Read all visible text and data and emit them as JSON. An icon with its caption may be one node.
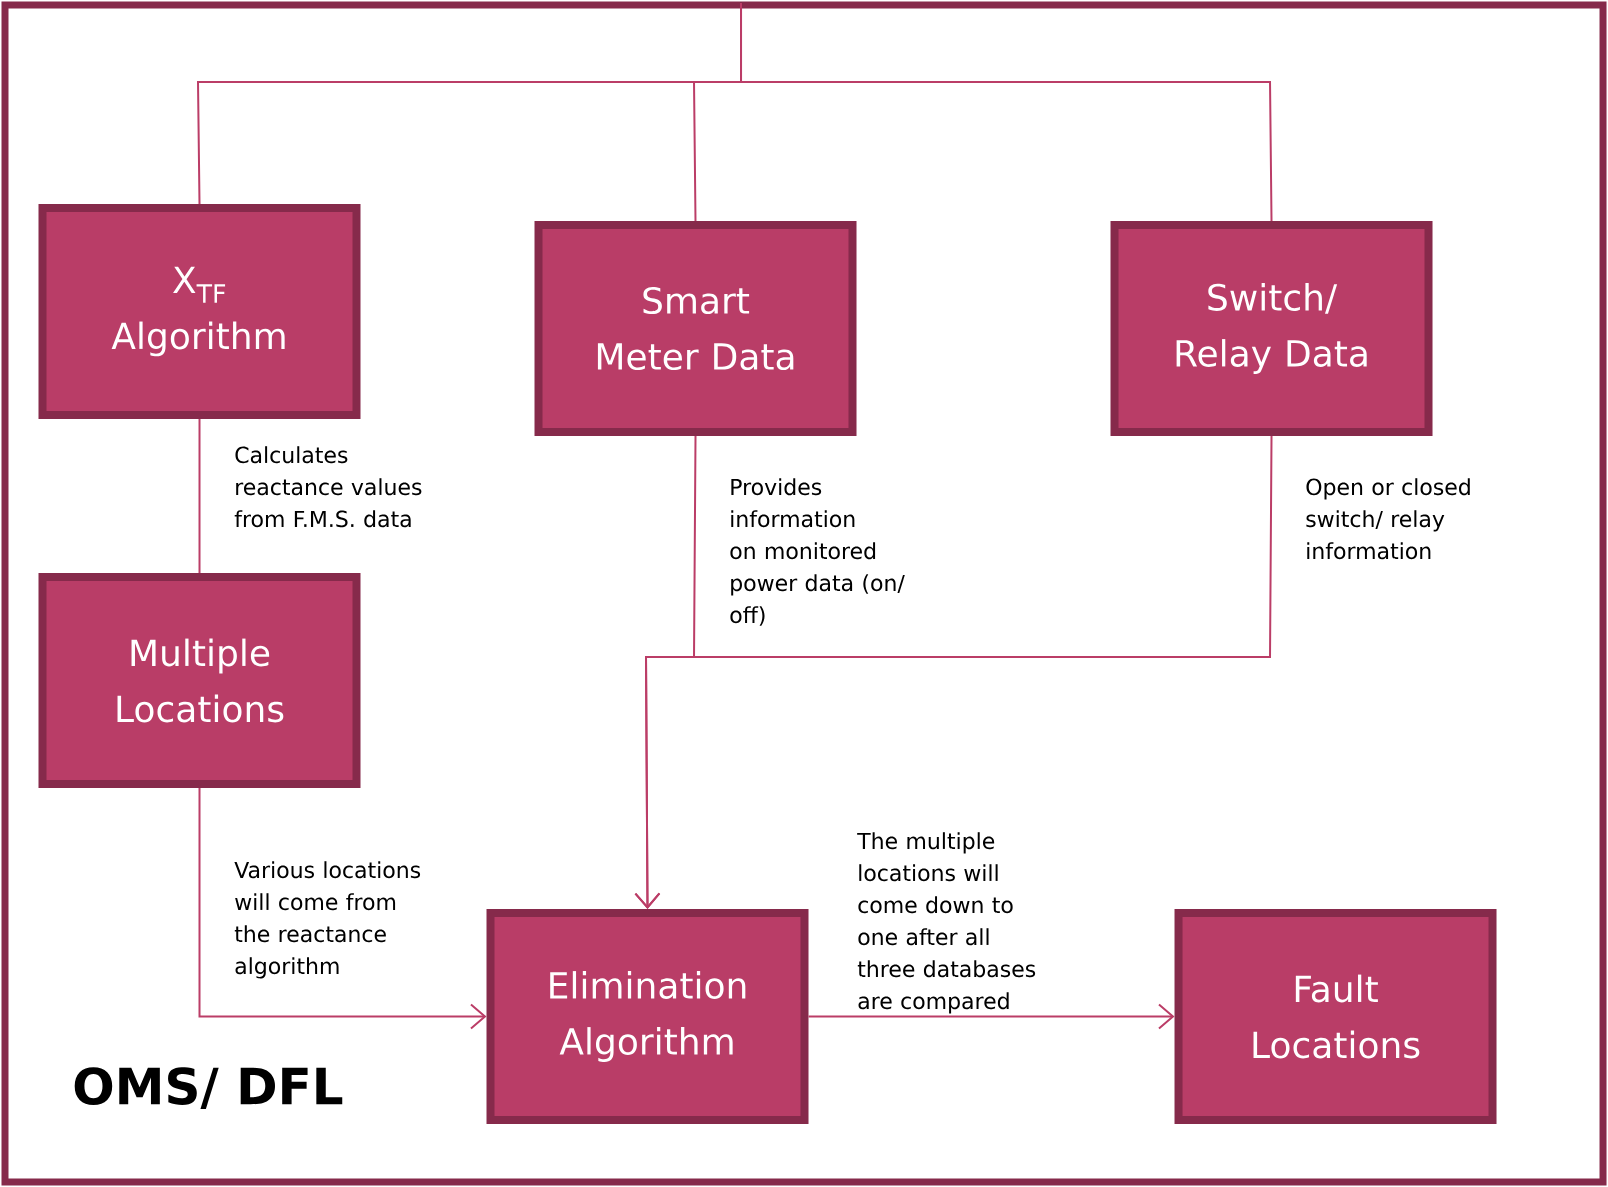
{
  "diagram": {
    "nodes": [
      {
        "text": [
          "OMS/ DFL"
        ]
      },
      {
        "text": [
          "X$_{TF}$ Algorithm"
        ],
        "in": 0
      },
      {
        "text": [
          "Smart Meter Data"
        ],
        "in": 0
      },
      {
        "text": [
          "Switch/ Relay Data"
        ],
        "in": 0
      },
      {
        "text": [
          "Multiple Locations"
        ],
        "in": 0
      },
      {
        "text": [
          "Elimination Algorithm"
        ],
        "in": 0
      },
      {
        "text": [
          "Fault Locations"
        ],
        "in": 0
      }
    ],
    "edges": [
      {
        "from": 0,
        "to": 1,
        "arrow": "none"
      },
      {
        "from": 0,
        "to": 2,
        "arrow": "none"
      },
      {
        "from": 0,
        "to": 3,
        "arrow": "none"
      },
      {
        "from": 1,
        "to": 4,
        "arrow": "none",
        "label": "Calculates reactance values from F.M.S. data"
      },
      {
        "from": 2,
        "to": 5,
        "arrow": "to",
        "label": "Provides information on monitored power data (on/ off)"
      },
      {
        "from": 3,
        "to": 5,
        "arrow": "to",
        "label": "Open or closed switch/ relay information"
      },
      {
        "from": 4,
        "to": 5,
        "arrow": "to",
        "label": "Various locations will come from the reactance algorithm"
      },
      {
        "from": 5,
        "to": 6,
        "arrow": "to",
        "label": "The multiple locations will come down to one after all three databases are compared"
      }
    ]
  }
}
